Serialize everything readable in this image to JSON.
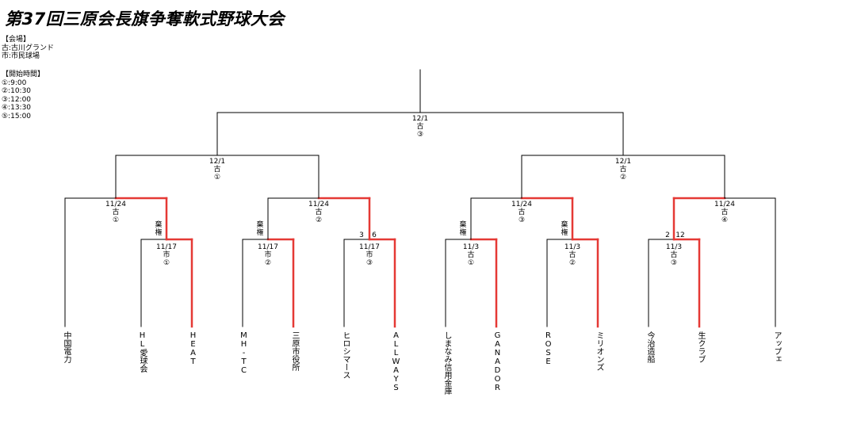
{
  "title": "第37回三原会長旗争奪軟式野球大会",
  "venue": {
    "heading": "【会場】",
    "lines": [
      "古:古川グランド",
      "市:市民球場"
    ]
  },
  "start_times": {
    "heading": "【開始時間】",
    "lines": [
      "①:9:00",
      "②:10:30",
      "③:12:00",
      "④:13:30",
      "⑤:15:00"
    ]
  },
  "colors": {
    "line": "#000000",
    "winner": "#e53935"
  },
  "teams": [
    "中国電力",
    "HL愛球会",
    "HEAT",
    "MH-TC",
    "三原市役所",
    "ヒロシマース",
    "ALLWAYS",
    "しまなみ信用金庫",
    "GANADOR",
    "ROSE",
    "ミリオンズ",
    "今治造船",
    "生クラブ",
    "アップェ"
  ],
  "matches": {
    "r1_1": {
      "date": "11/17",
      "venue": "市",
      "slot": "①",
      "result": "棄権"
    },
    "r1_2": {
      "date": "11/17",
      "venue": "市",
      "slot": "②",
      "result": "棄権"
    },
    "r1_3": {
      "date": "11/17",
      "venue": "市",
      "slot": "③",
      "score_left": "3",
      "score_right": "6"
    },
    "r1_4": {
      "date": "11/3",
      "venue": "古",
      "slot": "①",
      "result": "棄権"
    },
    "r1_5": {
      "date": "11/3",
      "venue": "古",
      "slot": "②",
      "result": "棄権"
    },
    "r1_6": {
      "date": "11/3",
      "venue": "古",
      "slot": "③",
      "score_left": "2",
      "score_right": "12"
    },
    "qf_1": {
      "date": "11/24",
      "venue": "古",
      "slot": "①"
    },
    "qf_2": {
      "date": "11/24",
      "venue": "古",
      "slot": "②"
    },
    "qf_3": {
      "date": "11/24",
      "venue": "古",
      "slot": "③"
    },
    "qf_4": {
      "date": "11/24",
      "venue": "古",
      "slot": "④"
    },
    "sf_1": {
      "date": "12/1",
      "venue": "古",
      "slot": "①"
    },
    "sf_2": {
      "date": "12/1",
      "venue": "古",
      "slot": "②"
    },
    "final": {
      "date": "12/1",
      "venue": "古",
      "slot": "③"
    }
  }
}
